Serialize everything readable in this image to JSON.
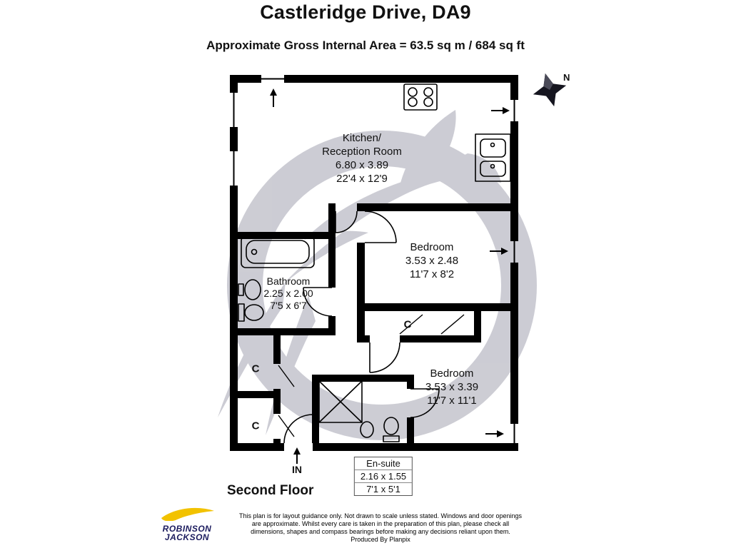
{
  "header": {
    "title": "Castleridge Drive, DA9",
    "subtitle": "Approximate Gross Internal Area = 63.5 sq m / 684 sq ft"
  },
  "compass": {
    "north_label": "N"
  },
  "rooms": {
    "kitchen": {
      "name_line1": "Kitchen/",
      "name_line2": "Reception Room",
      "size_metric": "6.80 x 3.89",
      "size_imperial": "22'4 x 12'9"
    },
    "bedroom_top": {
      "name": "Bedroom",
      "size_metric": "3.53 x 2.48",
      "size_imperial": "11'7 x 8'2"
    },
    "bathroom": {
      "name": "Bathroom",
      "size_metric": "2.25 x 2.00",
      "size_imperial": "7'5 x 6'7"
    },
    "bedroom_bottom": {
      "name": "Bedroom",
      "size_metric": "3.53 x 3.39",
      "size_imperial": "11'7 x 11'1"
    },
    "ensuite": {
      "name": "En-suite",
      "size_metric": "2.16 x 1.55",
      "size_imperial": "7'1 x 5'1"
    }
  },
  "plan_labels": {
    "cupboard_between_bedrooms": "C",
    "cupboard_hall_top": "C",
    "cupboard_hall_bottom": "C",
    "entrance": "IN"
  },
  "floor_label": "Second Floor",
  "branding": {
    "line1": "ROBINSON",
    "line2": "JACKSON"
  },
  "disclaimer": {
    "line1": "This plan is for layout guidance only. Not drawn to scale unless stated. Windows and door openings",
    "line2": "are approximate. Whilst every care is taken in the preparation of this plan, please check all",
    "line3": "dimensions, shapes and compass bearings before making any decisions reliant upon them.",
    "line4": "Produced By Planpix"
  },
  "colors": {
    "wall": "#000000",
    "watermark": "#9b9baa",
    "logo_yellow": "#f2c200",
    "logo_navy": "#1b1b5e"
  }
}
